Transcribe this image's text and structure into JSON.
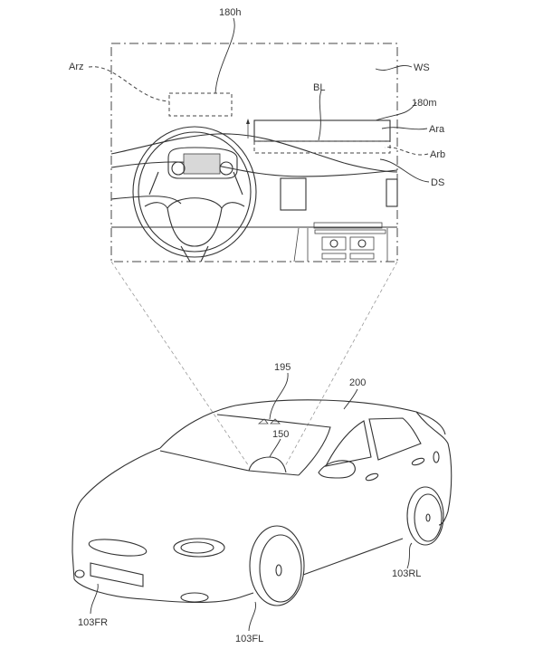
{
  "figure": {
    "type": "patent-drawing",
    "description": "Vehicle with interior dashboard inset showing head-up display regions",
    "inset_labels": {
      "hud_label": "180h",
      "zone_label": "Arz",
      "windshield_label": "WS",
      "boundary_label": "BL",
      "mirror_display_label": "180m",
      "area_a_label": "Ara",
      "area_b_label": "Arb",
      "dashboard_label": "DS"
    },
    "vehicle_labels": {
      "camera_label": "195",
      "vehicle_label": "200",
      "steering_label": "150",
      "wheel_rl_label": "103RL",
      "wheel_fr_label": "103FR",
      "wheel_fl_label": "103FL"
    }
  }
}
